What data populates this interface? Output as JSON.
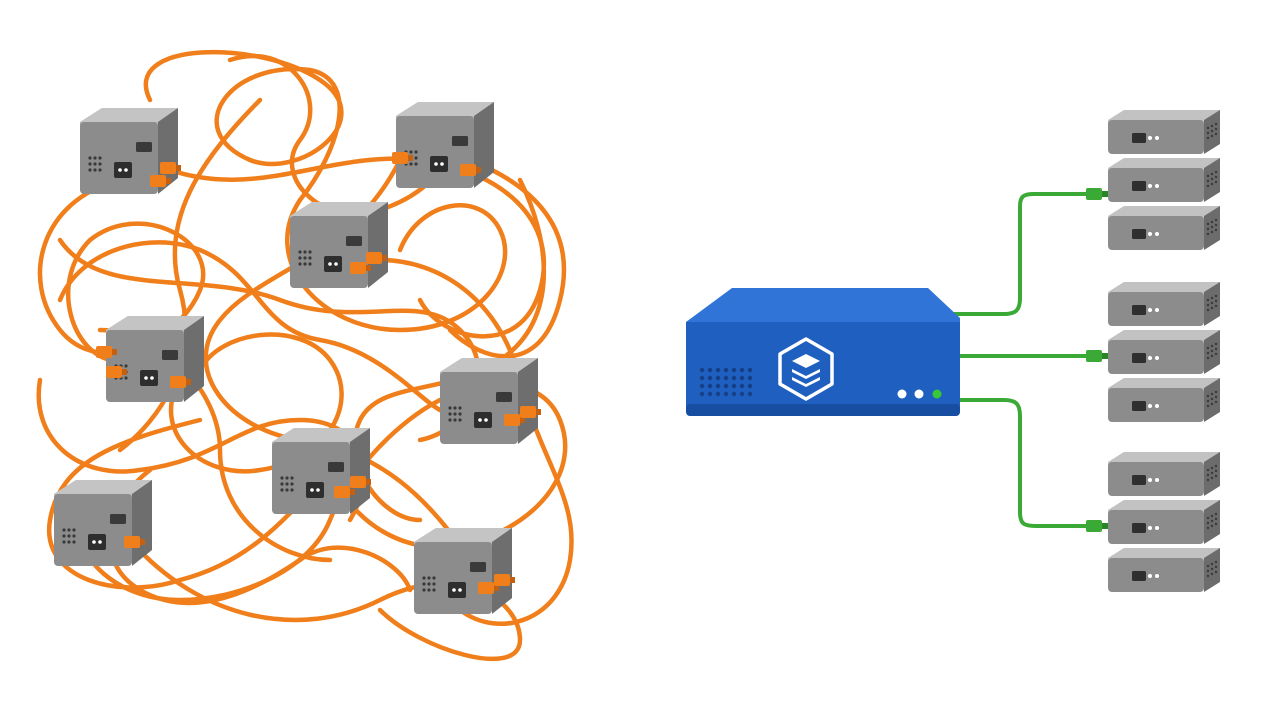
{
  "colors": {
    "background": "#ffffff",
    "tangled_cable": "#f07f1b",
    "clean_cable": "#3aa935",
    "switch_blue": "#1f5fbf",
    "switch_blue_dark": "#163f86",
    "server_gray": "#8e8e8e",
    "led_white": "#ffffff",
    "led_green": "#39c639"
  },
  "icons": {
    "switch_logo": "stacked-layers-hexagon-icon",
    "device": "mini-server-box-icon",
    "rack": "rack-server-stack-icon"
  },
  "switch": {
    "led_count": 3,
    "port_count": 3
  },
  "left_devices": {
    "count": 8
  },
  "right_racks": {
    "count": 3,
    "units_per_rack": 3
  }
}
